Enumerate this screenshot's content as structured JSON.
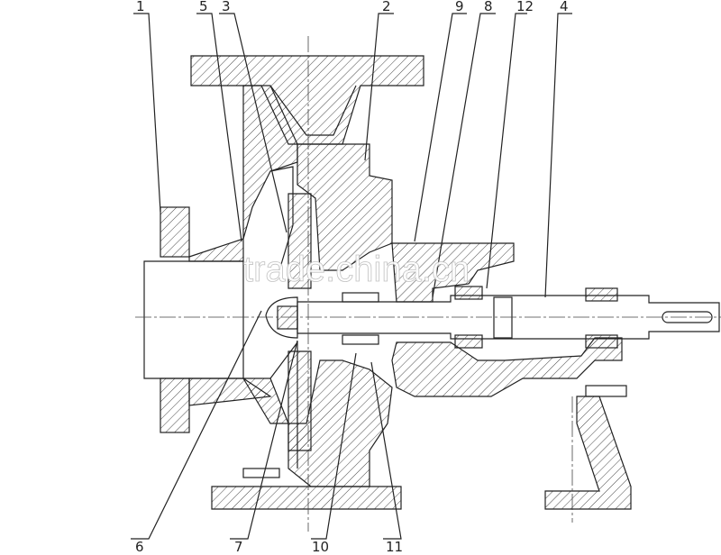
{
  "diagram": {
    "part_labels_top": [
      "1",
      "5",
      "3",
      "2",
      "9",
      "8",
      "12",
      "4"
    ],
    "part_labels_bottom": [
      "6",
      "7",
      "10",
      "11"
    ],
    "watermark": "trade.china.cn"
  }
}
